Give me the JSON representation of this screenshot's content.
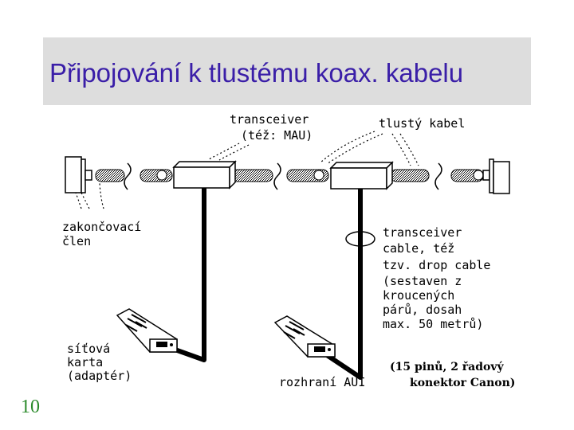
{
  "title": "Připojování k tlustému koax. kabelu",
  "slide_number": "10",
  "labels": {
    "transceiver": "transceiver",
    "transceiver_alt": "(též: MAU)",
    "thick_cable": "tlustý kabel",
    "terminator_1": "zakončovací",
    "terminator_2": "člen",
    "tcable_1": "transceiver",
    "tcable_2": "cable, též",
    "tcable_3": "tzv. drop cable",
    "tcable_4": "(sestaven z",
    "tcable_5": "kroucených",
    "tcable_6": "párů, dosah",
    "tcable_7": "max. 50 metrů)",
    "nic_1": "síťová",
    "nic_2": "karta",
    "nic_3": "(adaptér)",
    "aui": "rozhraní AUI",
    "aui_note_1": "(15 pinů, 2 řadový",
    "aui_note_2": "konektor Canon)"
  },
  "colors": {
    "title": "#3a1ea8",
    "title_band": "#dddddd",
    "slide_number": "#2a8a2a"
  }
}
